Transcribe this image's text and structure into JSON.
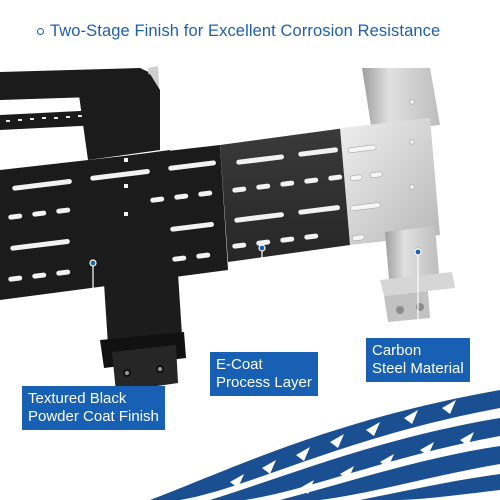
{
  "heading": "Two-Stage Finish for Excellent Corrosion Resistance",
  "labels": {
    "black_finish": [
      "Textured Black",
      "Powder Coat Finish"
    ],
    "ecoat": [
      "E-Coat",
      "Process Layer"
    ],
    "steel": [
      "Carbon",
      "Steel Material"
    ]
  },
  "colors": {
    "accent_blue": "#1760b3",
    "black_coat": "#1b1b1b",
    "ecoat_gray": "#2e2e2e",
    "steel_silver": "#c9c9c9",
    "tire_tread_blue": "#1a4f91"
  }
}
